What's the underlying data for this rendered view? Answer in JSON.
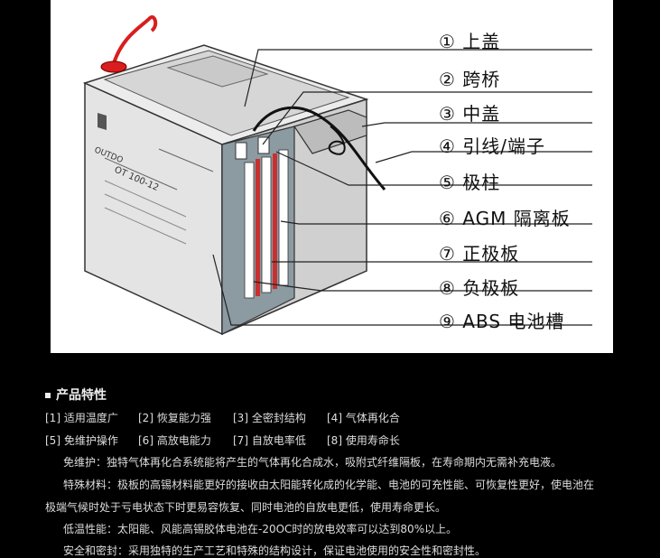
{
  "diagram": {
    "callouts": [
      {
        "label": "① 上盖"
      },
      {
        "label": "② 跨桥"
      },
      {
        "label": "③ 中盖"
      },
      {
        "label": "④ 引线/端子"
      },
      {
        "label": "⑤ 极柱"
      },
      {
        "label": "⑥ AGM 隔离板"
      },
      {
        "label": "⑦ 正极板"
      },
      {
        "label": "⑧ 负极板"
      },
      {
        "label": "⑨ ABS 电池槽"
      }
    ],
    "battery_label": {
      "brand": "OUTDO",
      "model": "OT 100-12"
    },
    "colors": {
      "red_lead": "#d81e1e",
      "plate_red": "#c83030",
      "plate_gray": "#9aa3a8",
      "case": "#dcdcdc"
    }
  },
  "features": {
    "title": "产品特性",
    "items_row1": [
      "[1] 适用温度广",
      "[2] 恢复能力强",
      "[3] 全密封结构",
      "[4] 气体再化合"
    ],
    "items_row2": [
      "[5] 免维护操作",
      "[6] 高放电能力",
      "[7] 自放电率低",
      "[8] 使用寿命长"
    ],
    "paragraphs": [
      "免维护：独特气体再化合系统能将产生的气体再化合成水，吸附式纤维隔板，在寿命期内无需补充电液。",
      "特殊材料：极板的高锡材料能更好的接收由太阳能转化成的化学能、电池的可充性能、可恢复性更好，使电池在",
      "极端气候时处于亏电状态下时更易容恢复、同时电池的自放电更低，使用寿命更长。",
      "低温性能：太阳能、风能高锡胶体电池在-20OC时的放电效率可以达到80%以上。",
      "安全和密封：采用独特的生产工艺和特殊的结构设计，保证电池使用的安全性和密封性。"
    ]
  }
}
